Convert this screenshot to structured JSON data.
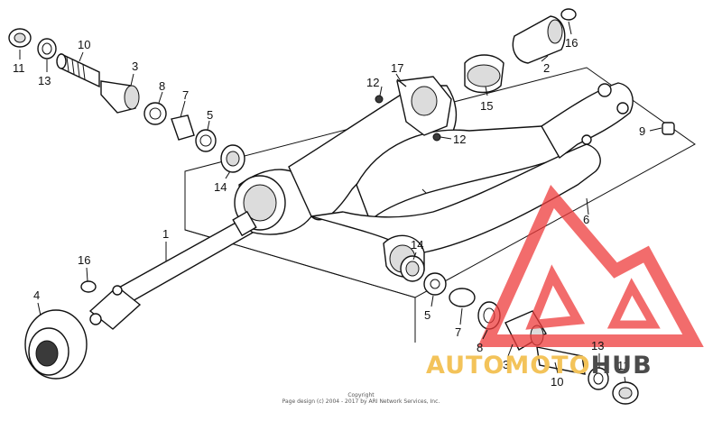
{
  "diagram": {
    "labels": [
      {
        "id": "p11a",
        "text": "11"
      },
      {
        "id": "p13a",
        "text": "13"
      },
      {
        "id": "p10a",
        "text": "10"
      },
      {
        "id": "p3a",
        "text": "3"
      },
      {
        "id": "p8a",
        "text": "8"
      },
      {
        "id": "p7a",
        "text": "7"
      },
      {
        "id": "p5a",
        "text": "5"
      },
      {
        "id": "p14a",
        "text": "14"
      },
      {
        "id": "p12a",
        "text": "12"
      },
      {
        "id": "p17",
        "text": "17"
      },
      {
        "id": "p12b",
        "text": "12"
      },
      {
        "id": "p15",
        "text": "15"
      },
      {
        "id": "p2",
        "text": "2"
      },
      {
        "id": "p16a",
        "text": "16"
      },
      {
        "id": "p9",
        "text": "9"
      },
      {
        "id": "p6",
        "text": "6"
      },
      {
        "id": "p1",
        "text": "1"
      },
      {
        "id": "p16b",
        "text": "16"
      },
      {
        "id": "p4",
        "text": "4"
      },
      {
        "id": "p14b",
        "text": "14"
      },
      {
        "id": "p5b",
        "text": "5"
      },
      {
        "id": "p7b",
        "text": "7"
      },
      {
        "id": "p8b",
        "text": "8"
      },
      {
        "id": "p3b",
        "text": "3"
      },
      {
        "id": "p10b",
        "text": "10"
      },
      {
        "id": "p13b",
        "text": "13"
      },
      {
        "id": "p11b",
        "text": "11"
      }
    ],
    "ink_color": "#111111"
  },
  "copyright": {
    "line1": "Copyright",
    "line2": "Page design (c) 2004 - 2017 by ARI Network Services, Inc."
  },
  "watermark": {
    "text_part1": "AUTOMOTO",
    "text_part2": "HUB",
    "color_red": "#ee3b3b",
    "color_yellow": "#f3c35a",
    "color_dark": "#4b4b4b"
  }
}
